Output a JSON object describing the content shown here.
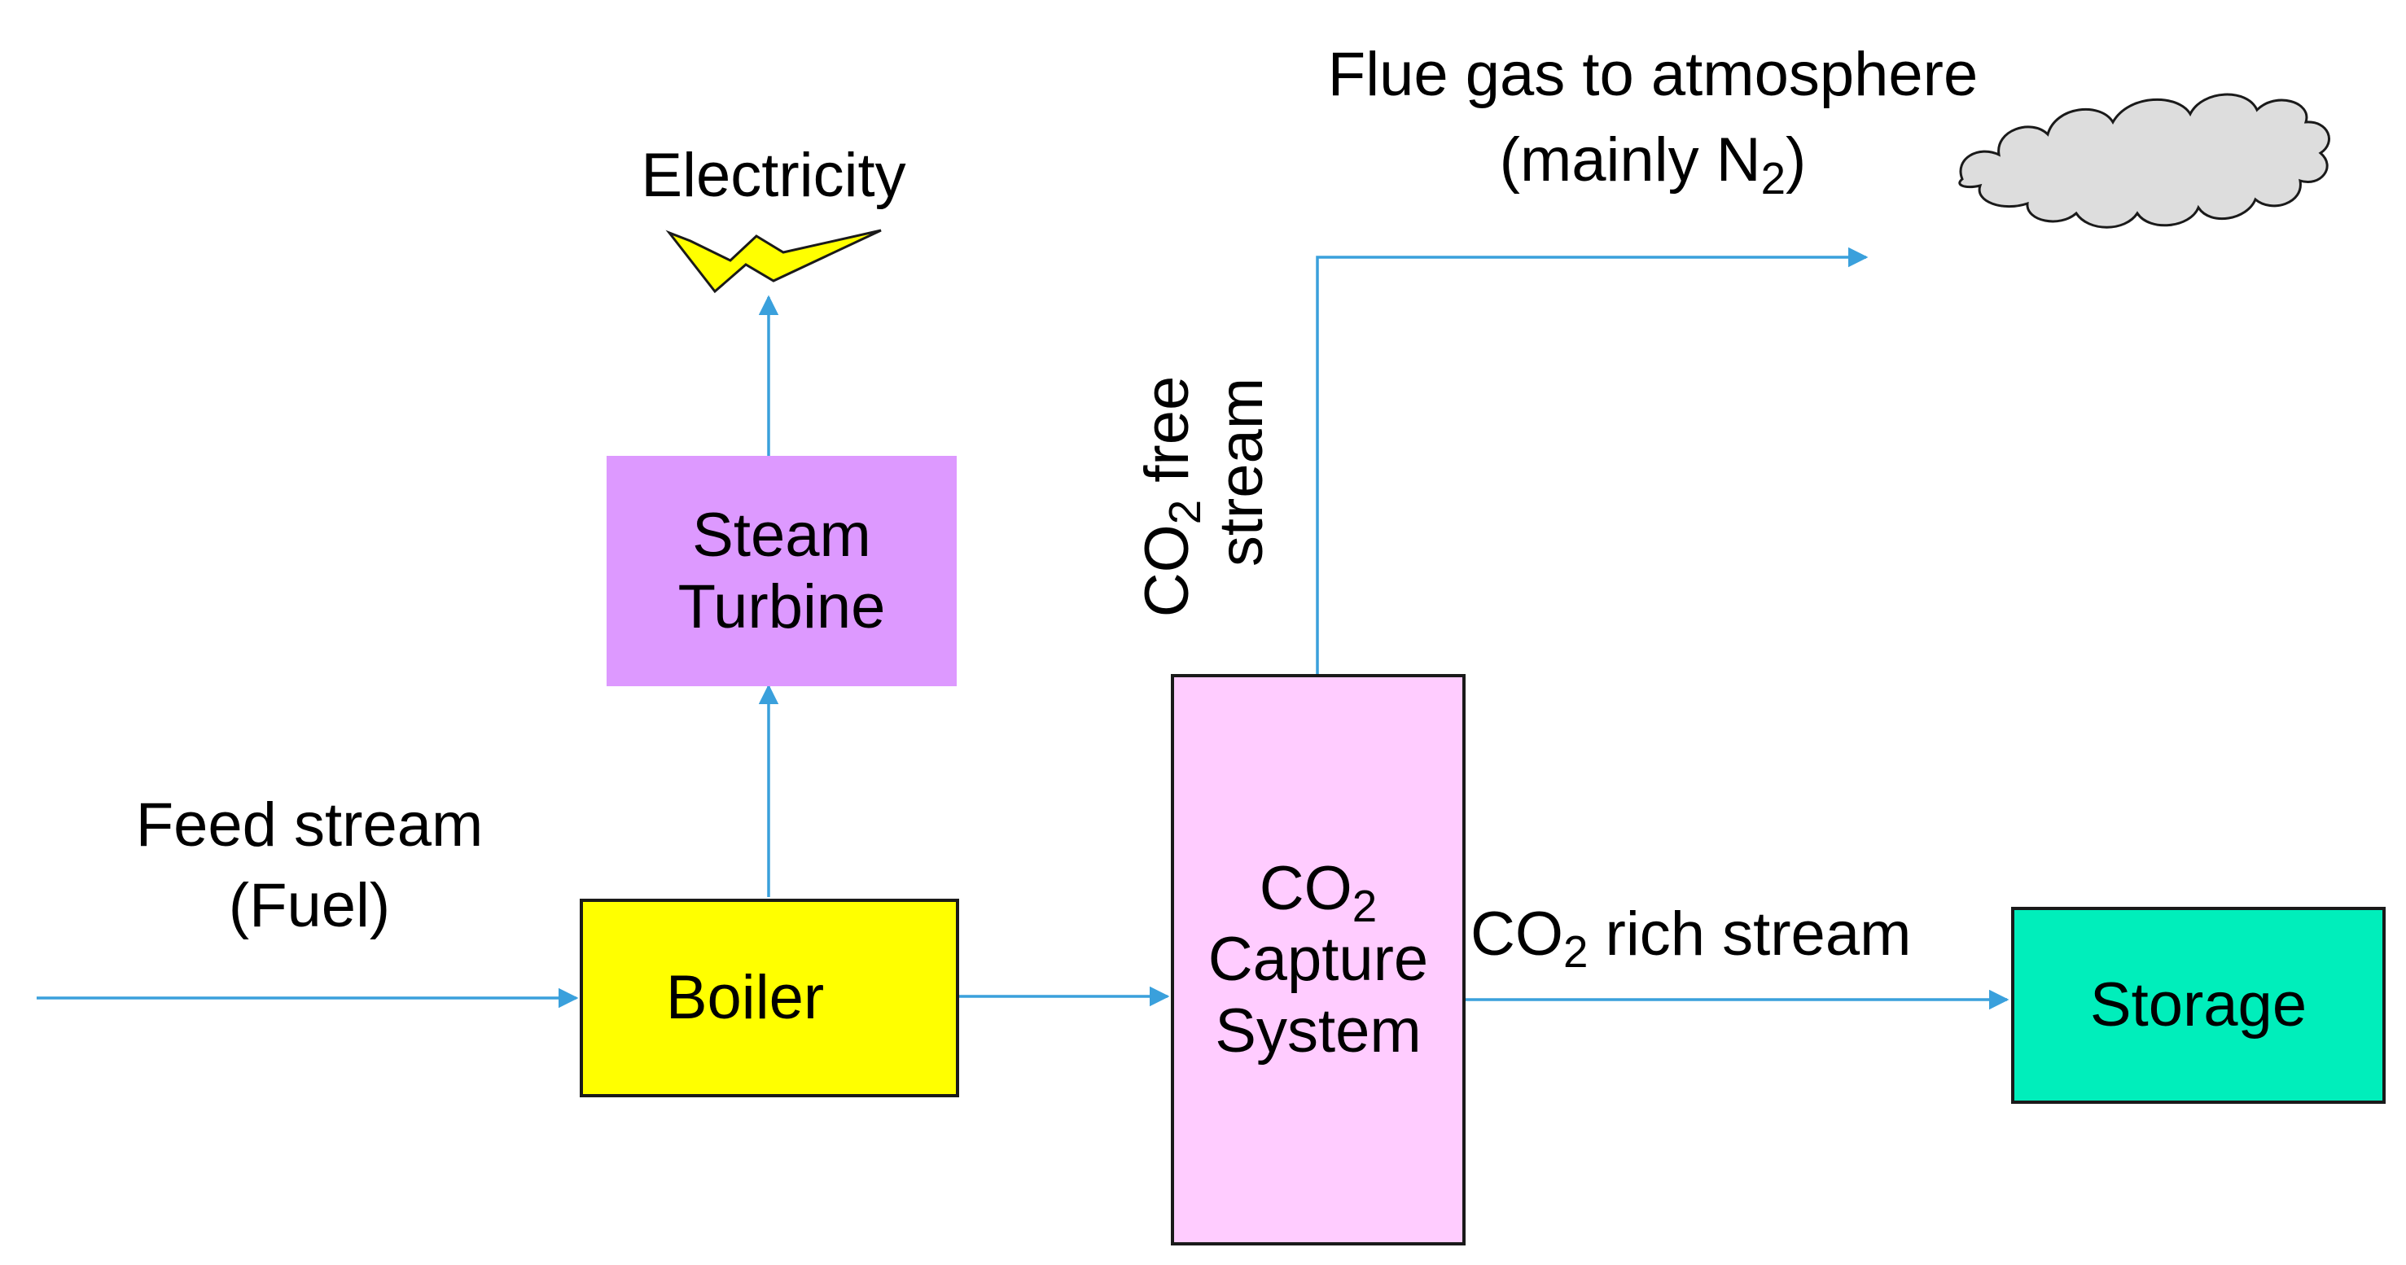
{
  "colors": {
    "arrow": "#3aa0dc",
    "boiler_fill": "#ffff00",
    "turbine_fill": "#dd99ff",
    "capture_fill": "#ffccff",
    "storage_fill": "#00eebb",
    "bolt_fill": "#ffff00",
    "cloud_fill": "#dddddd"
  },
  "labels": {
    "feed_line1": "Feed stream",
    "feed_line2": "(Fuel)",
    "electricity": "Electricity",
    "flue_line1": "Flue gas to atmosphere",
    "flue_line2_prefix": "(mainly N",
    "flue_line2_sub": "2",
    "flue_line2_suffix": ")",
    "free_line1_prefix": "CO",
    "free_line1_sub": "2",
    "free_line1_suffix": " free",
    "free_line2": "stream",
    "rich_prefix": "CO",
    "rich_sub": "2",
    "rich_suffix": " rich stream"
  },
  "boxes": {
    "boiler": "Boiler",
    "turbine_line1": "Steam",
    "turbine_line2": "Turbine",
    "capture_line1_prefix": "CO",
    "capture_line1_sub": "2",
    "capture_line2": "Capture",
    "capture_line3": "System",
    "storage": "Storage"
  },
  "icons": {
    "electricity": "lightning-bolt-icon",
    "atmosphere": "cloud-icon"
  }
}
